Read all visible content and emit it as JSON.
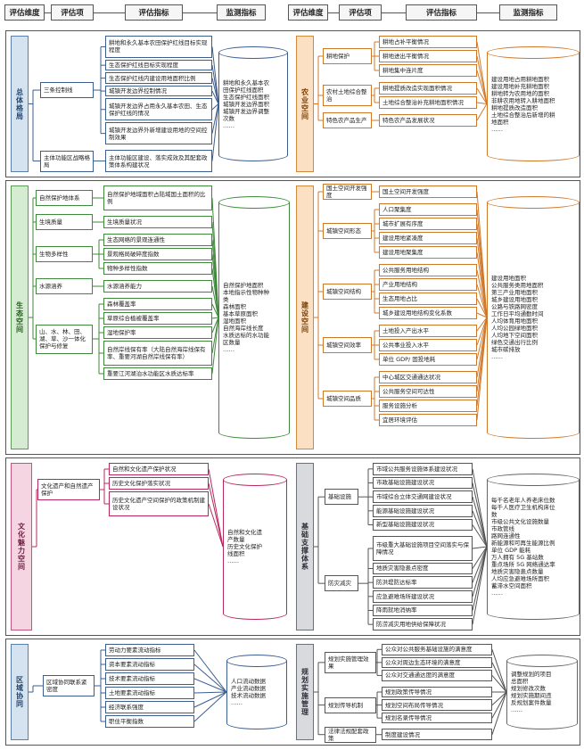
{
  "header": {
    "left": [
      "评估维度",
      "评估项",
      "评估指标",
      "监测指标"
    ],
    "right": [
      "评估维度",
      "评估项",
      "评估指标",
      "监测指标"
    ]
  },
  "sections": [
    {
      "dims": [
        {
          "label": "总体格局",
          "color": "blue",
          "items": [
            {
              "label": "三条控制线",
              "inds": [
                "耕地和永久基本农田保护红线目标实现程度",
                "生态保护红线目标实现程度",
                "生态保护红线内建设用地面积比例",
                "城镇开发边界控制情况",
                "城镇开发边界占用永久基本农田、生态保护红线的情况",
                "城镇开发边界外新增建设用地的空间控制效果"
              ]
            },
            {
              "label": "主体功能区战略格局",
              "inds": [
                "主体功能区建设、落实成效及其配套政策体系构建状况"
              ]
            }
          ],
          "monitor": "耕地和永久基本农\n田保护红线面积\n生态保护红线面积\n城镇开发边界面积\n城镇开发边界调整\n次数\n……"
        },
        {
          "label": "农业空间",
          "color": "orange",
          "items": [
            {
              "label": "耕地保护",
              "inds": [
                "耕地占补平衡情况",
                "耕地进出平衡情况",
                "耕地集中连片度"
              ]
            },
            {
              "label": "农村土地综合整治",
              "inds": [
                "耕地提质改造实现面积情况",
                "土地综合整治补充耕地面积情况"
              ]
            },
            {
              "label": "特色农产品生产",
              "inds": [
                "特色农产品发展状况"
              ]
            }
          ],
          "monitor": "建设用地占用耕地面积\n建设用地补充耕地面积\n耕地转为农用地的面积\n非耕农用地转入耕地面积\n耕地提质改造面积\n土地综合整治后新增的耕\n地面积\n……"
        }
      ]
    },
    {
      "dims": [
        {
          "label": "生态空间",
          "color": "green",
          "items": [
            {
              "label": "自然保护地体系",
              "inds": [
                "自然保护地域面积占陆域国土面积的比例"
              ]
            },
            {
              "label": "生境质量",
              "inds": [
                "生境质量状况"
              ]
            },
            {
              "label": "生物多样性",
              "inds": [
                "生态网络的景观连通性",
                "景观格局破碎度指数",
                "物种多样性指数"
              ]
            },
            {
              "label": "水源涵养",
              "inds": [
                "水源涵养能力"
              ]
            },
            {
              "label": "山、水、林、田、湖、草、沙一体化保护与修复",
              "inds": [
                "森林覆盖率",
                "草原综合植被覆盖率",
                "湿地保护率",
                "自然岸线保有率（大陆自然海岸线保有率、重要河湖自然岸线保有率）",
                "重要江河湖泊水功能区水质达标率"
              ]
            }
          ],
          "monitor": "自然保护地面积\n本地指示性物种种\n类\n森林面积\n基本草原面积\n湿地面积\n自然海岸线长度\n水质达标的水功能\n区数量\n……"
        },
        {
          "label": "建设空间",
          "color": "orange",
          "items": [
            {
              "label": "国土空间开发强度",
              "inds": [
                "国土空间开发强度"
              ]
            },
            {
              "label": "城镇空间形态",
              "inds": [
                "人口聚集度",
                "城市扩展有序度",
                "建设用地紧凑度",
                "建设用地聚集度"
              ]
            },
            {
              "label": "城镇空间结构",
              "inds": [
                "公共服务用地结构",
                "产业用地结构",
                "生态用地占比",
                "城乡建设用地结构变化系数"
              ]
            },
            {
              "label": "城镇空间效率",
              "inds": [
                "土地投入产出水平",
                "公共事业投入水平",
                "单位 GDP/ 固投地耗"
              ]
            },
            {
              "label": "城镇空间品质",
              "inds": [
                "中心城区交通通达状况",
                "公共服务空间可达性",
                "服务设施分析",
                "宜居环境评估"
              ]
            }
          ],
          "monitor": "建设用地面积\n公共服务类用地面积\n第三产业用地面积\n城乡建设用地面积\n公路与铁路网密度\n工作日平均通勤时间\n人均体育用地面积\n人均公园绿地面积\n人均地下空间面积\n绿色交通出行比例\n城市碳排放\n……"
        }
      ]
    },
    {
      "dims": [
        {
          "label": "文化魅力空间",
          "color": "pink",
          "items": [
            {
              "label": "文化遗产和自然遗产保护",
              "inds": [
                "自然和文化遗产保护状况",
                "历史文化保护落实状况",
                "历史文化遗产空间保护的政策机制建设状况"
              ]
            }
          ],
          "monitor": "自然和文化遗\n产数量\n历史文化保护\n线面积\n……"
        },
        {
          "label": "基础支撑体系",
          "color": "gray",
          "items": [
            {
              "label": "基础设施",
              "inds": [
                "市域公共服务设施体系建设状况",
                "市政基础设施建设状况",
                "市域综合立体交通网建设状况",
                "能源基础设施建设状况",
                "新型基础设施建设状况"
              ]
            },
            {
              "label": "防灾减灾",
              "inds": [
                "市级重大基础设施项目空间落实与保障情况",
                "地质灾害隐患点密度",
                "防洪堤防达标率",
                "应急避难场所建设状况",
                "降雨就地消纳率",
                "防涝减灾用地供给保障状况"
              ]
            }
          ],
          "monitor": "每千名老年人养老床位数\n每千人医疗卫生机构床位\n数\n市级公共文化设施数量\n市政管线\n路网连通性\n新能源和可再生能源比例\n单位 GDP 能耗\n万人拥有 5G 基站数\n重点场所 5G 网络通达率\n地质灾害隐患点数量\n人均应急避难场所面积\n蓄滞水空间面积\n……"
        }
      ]
    },
    {
      "dims": [
        {
          "label": "区域协同",
          "color": "blue",
          "items": [
            {
              "label": "区域协同联系紧密度",
              "inds": [
                "劳动力要素流动指标",
                "资本要素流动指标",
                "技术要素流动指标",
                "土地要素流动指标",
                "经济联系强度",
                "职住平衡指数"
              ]
            }
          ],
          "monitor": "人口流动数据\n产业流动数据\n技术流动数据\n……"
        },
        {
          "label": "规划实施管理",
          "color": "gray",
          "items": [
            {
              "label": "规划实施管理效果",
              "inds": [
                "公众对公共服务基础设施的满意度",
                "公众对周边生态环境的满意度",
                "公众对交通通达度的满意度"
              ]
            },
            {
              "label": "规划传导机制",
              "inds": [
                "规划政策传导情况",
                "规划空间布局传导情况",
                "规划名录传导情况"
              ]
            },
            {
              "label": "法律法规配套政策",
              "inds": [
                "制度建设情况"
              ]
            }
          ],
          "monitor": "调整规划的项目\n总面积\n规划修改次数\n规划实施期间违\n反规划案件数量\n……"
        }
      ]
    }
  ]
}
